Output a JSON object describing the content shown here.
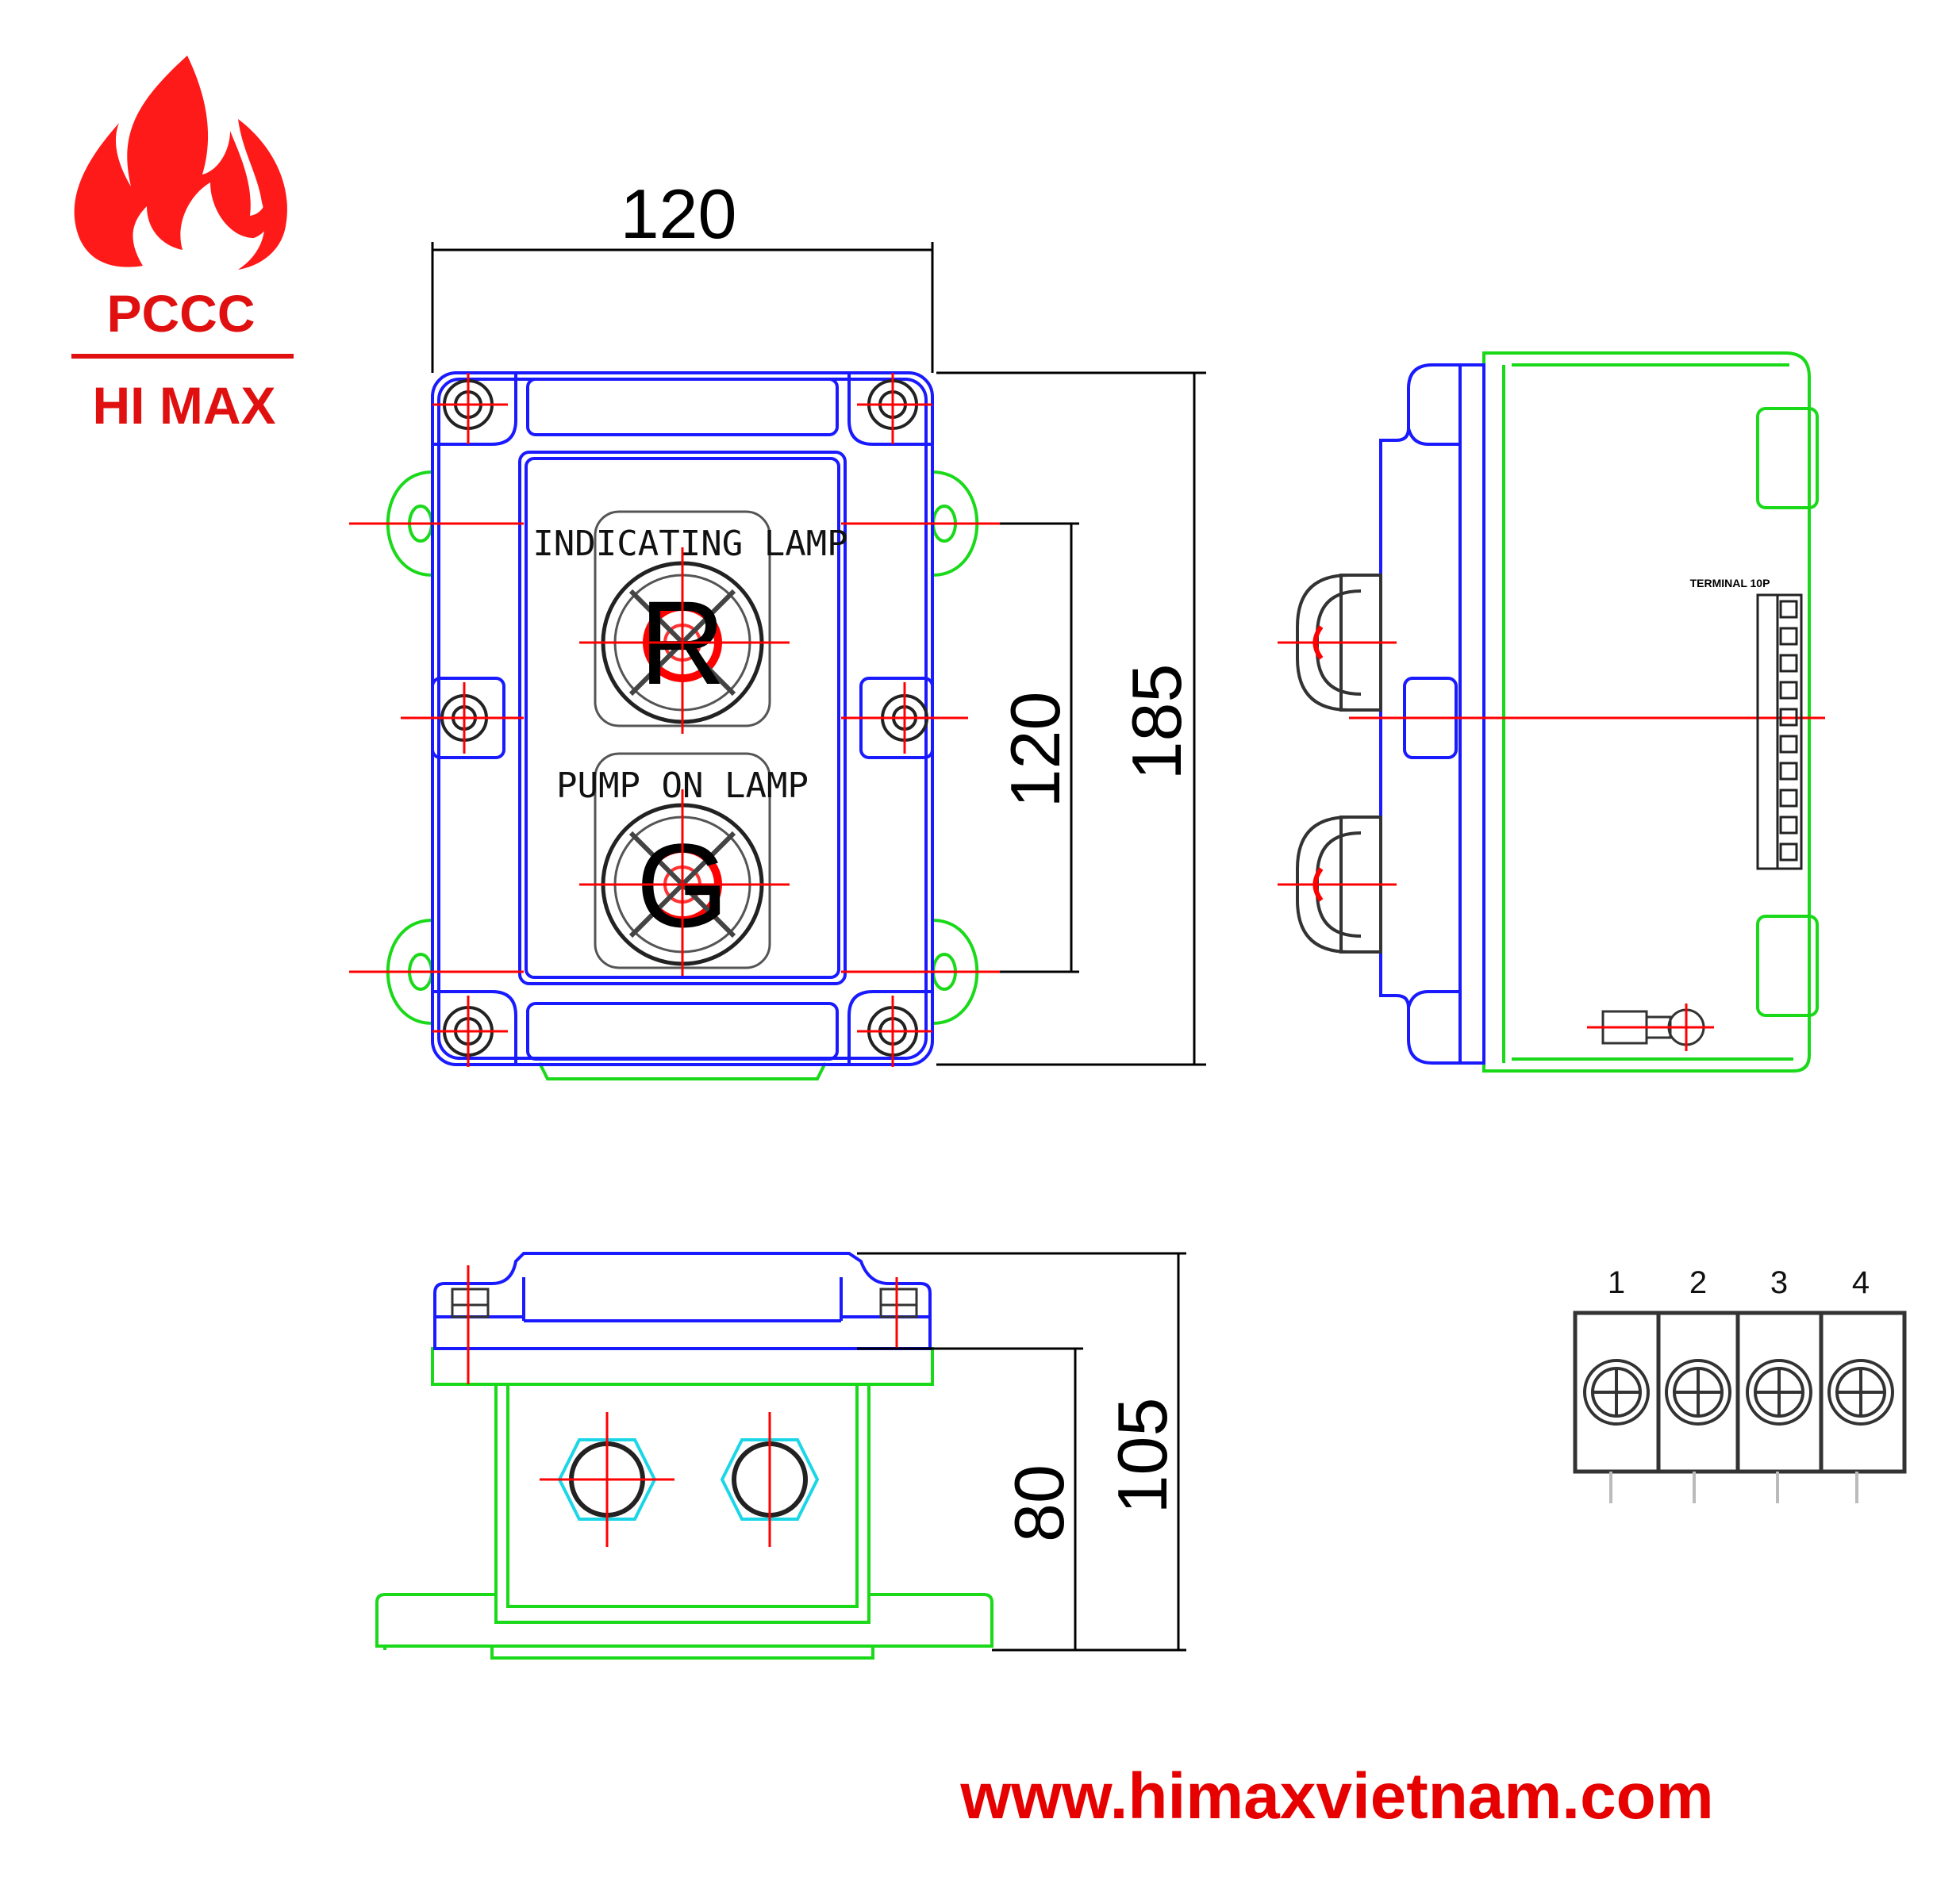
{
  "brand": {
    "top": "PCCC",
    "bottom": "HI MAX",
    "colors": {
      "flame": "#ff0000",
      "text": "#e01010"
    }
  },
  "front_view": {
    "label_top": "INDICATING LAMP",
    "label_bottom": "PUMP ON LAMP",
    "lamp_top_letter": "R",
    "lamp_bottom_letter": "G"
  },
  "dimensions": {
    "width": "120",
    "height_inner": "120",
    "height_total": "185",
    "depth_inner": "80",
    "depth_total": "105"
  },
  "side_view": {
    "terminal_label": "TERMINAL 10P"
  },
  "terminal_block": {
    "numbers": [
      "1",
      "2",
      "3",
      "4"
    ]
  },
  "footer": {
    "url": "www.himaxvietnam.com"
  },
  "colors": {
    "body_blue": "#1a1aff",
    "base_green": "#19d919",
    "center_red": "#ff0000",
    "nut_cyan": "#1ad6e6",
    "dim_black": "#000000"
  }
}
